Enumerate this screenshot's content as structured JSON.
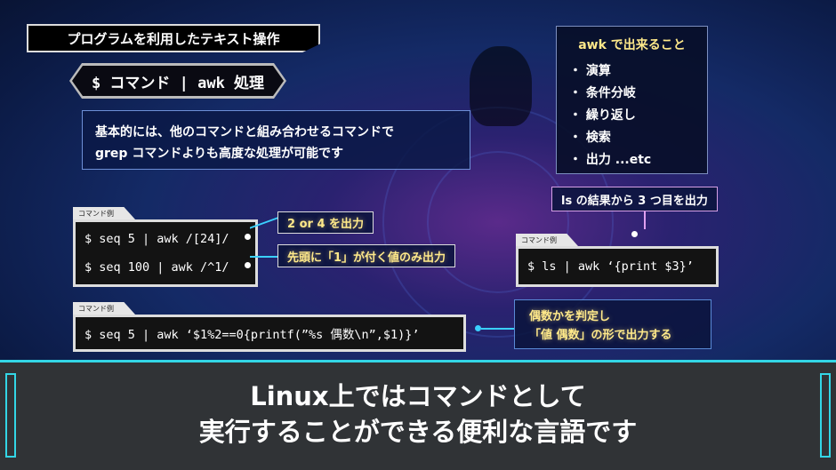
{
  "title_tag": "プログラムを利用したテキスト操作",
  "heading": "$ コマンド | awk 処理",
  "description": [
    "基本的には、他のコマンドと組み合わせるコマンドで",
    "grep コマンドよりも高度な処理が可能です"
  ],
  "awk_box": {
    "title": "awk で出来ること",
    "items": [
      "・ 演算",
      "・ 条件分岐",
      "・ 繰り返し",
      "・ 検索",
      "・ 出力  ...etc"
    ]
  },
  "example_label": "コマンド例",
  "examples": {
    "ex1": [
      "$ seq 5 | awk /[24]/",
      "$ seq 100 | awk /^1/"
    ],
    "ex2": "$ ls | awk ‘{print $3}’",
    "ex3": "$ seq 5 | awk ‘$1%2==0{printf(”%s 偶数\\n”,$1)}’"
  },
  "callouts": {
    "c1": "2 or 4 を出力",
    "c2": "先頭に「1」が付く値のみ出力",
    "c3": "ls の結果から 3 つ目を出力",
    "c4": [
      "偶数かを判定し",
      "「値  偶数」の形で出力する"
    ]
  },
  "banner": [
    "Linux上ではコマンドとして",
    "実行することができる便利な言語です"
  ],
  "colors": {
    "accent": "#33d6e6",
    "highlight": "#ffe98a"
  }
}
